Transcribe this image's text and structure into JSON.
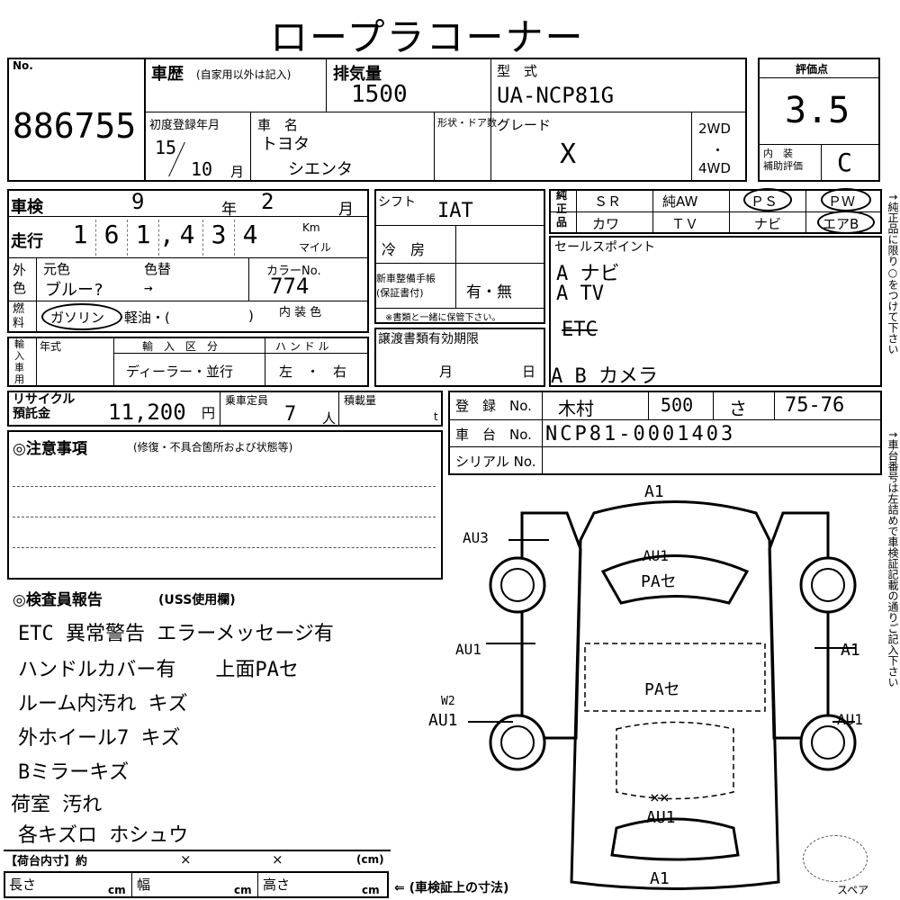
{
  "title": "ロープラコーナー",
  "lot": {
    "label": "No.",
    "value": "886755"
  },
  "history": {
    "label": "車歴",
    "note": "(自家用以外は記入)"
  },
  "displacement": {
    "label": "排気量",
    "value": "1500"
  },
  "model": {
    "label": "型　式",
    "value": "UA-NCP81G"
  },
  "score": {
    "label": "評価点",
    "value": "3.5",
    "interior_label": "内　装\n補助評価",
    "interior_value": "C"
  },
  "first_reg": {
    "label": "初度登録年月",
    "year": "15",
    "month": "10",
    "month_unit": "月"
  },
  "car_name": {
    "label": "車　名",
    "maker": "トヨタ",
    "name": "シエンタ"
  },
  "door_label": "形状・ドア数",
  "grade": {
    "label": "グレード",
    "value": "X"
  },
  "drive": {
    "two": "2WD",
    "dot": "・",
    "four": "4WD"
  },
  "shaken": {
    "label": "車検",
    "year_value": "9",
    "year_unit": "年",
    "month_value": "2",
    "month_unit": "月"
  },
  "mileage": {
    "label": "走行",
    "digits": [
      "1",
      "6",
      "1",
      ",",
      "4",
      "3",
      "4"
    ],
    "unit_km": "Km",
    "unit_mile": "マイル"
  },
  "color": {
    "side_label": "外\n色",
    "orig_label": "元色",
    "repaint_label": "色替",
    "orig_value": "ブルー?",
    "repaint_value": "→",
    "code_label": "カラーNo.",
    "code_value": "774"
  },
  "fuel": {
    "side_label": "燃\n料",
    "gasoline": "ガソリン",
    "rest": "軽油・(",
    "close": ")",
    "interior_color_label": "内 装 色"
  },
  "import": {
    "side_label": "輸\n入\n車\n用",
    "year_label": "年式",
    "kubun_label": "輸　入　区　分",
    "kubun_value": "ディーラー・並行",
    "handle_label": "ハ ン ド ル",
    "handle_value": "左　・　右"
  },
  "shift": {
    "label": "シフト",
    "value": "IAT"
  },
  "aircon": {
    "label": "冷　房"
  },
  "manual": {
    "label": "新車整備手帳\n(保証書付)",
    "value": "有・無",
    "note": "※書類と一緒に保管下さい。"
  },
  "transfer": {
    "label": "譲渡書類有効期限",
    "month": "月",
    "day": "日"
  },
  "options": {
    "side_label": "純\n正\n品",
    "row1": [
      "ＳＲ",
      "純AW",
      "ＰＳ",
      "ＰＷ"
    ],
    "row2": [
      "カワ",
      "ＴＶ",
      "ナビ",
      "エアB"
    ]
  },
  "sales_points": {
    "label": "セールスポイント",
    "items": [
      "A ナビ",
      "A TV",
      "ETC",
      "A B カメラ"
    ]
  },
  "side_note_top": "↑純正品に限り○をつけて下さい",
  "side_note_bottom": "↑車台番号は左詰めで車検証記載の通りご記入下さい",
  "recycle": {
    "label": "リサイクル\n預託金",
    "value": "11,200",
    "unit": "円",
    "seats_label": "乗車定員",
    "seats_value": "7",
    "seats_unit": "人",
    "load_label": "積載量",
    "load_unit": "t"
  },
  "registration": {
    "label": "登　録　No.",
    "area": "木村",
    "class": "500",
    "kana": "さ",
    "number": "75-76"
  },
  "chassis": {
    "label": "車　台　No.",
    "value": "NCP81-0001403"
  },
  "serial": {
    "label": "シリアル No."
  },
  "notes": {
    "label": "◎注意事項",
    "sub": "(修復・不具合箇所および状態等)"
  },
  "inspector": {
    "label": "◎検査員報告",
    "sub": "(USS使用欄)",
    "lines": [
      "ETC 異常警告 エラーメッセージ有",
      "ハンドルカバー有　　上面PAセ",
      "ルーム内汚れ キズ",
      "外ホイール7 キズ",
      "Bミラーキズ",
      "荷室 汚れ",
      "各キズロ ホシュウ"
    ]
  },
  "cargo": {
    "label": "【荷台内寸】約",
    "x1": "×",
    "x2": "×",
    "unit": "(cm)"
  },
  "dims": {
    "length": "長さ",
    "width": "幅",
    "height": "高さ",
    "cm": "cm",
    "note": "⇐ (車検証上の寸法)"
  },
  "diagram": {
    "a1_top": "A1",
    "au3": "AU3",
    "av1_hood": "AU1",
    "ppase_hood": "PAセ",
    "av1_left": "AU1",
    "a1_right": "A1",
    "ppase_roof": "PAセ",
    "w2": "W2",
    "av1_left2": "AU1",
    "av1_right2": "AU1",
    "xx": "××",
    "av1_rear": "AU1",
    "a1_bottom": "A1",
    "spare": "スペア"
  }
}
